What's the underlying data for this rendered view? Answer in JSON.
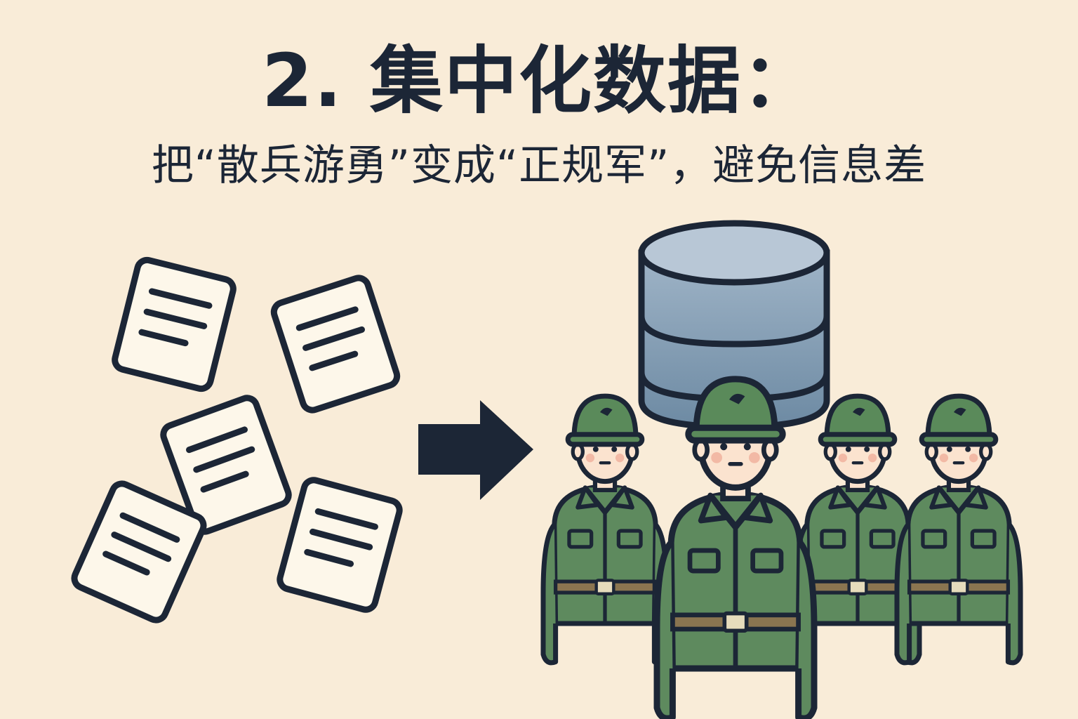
{
  "header": {
    "title": "2. 集中化数据：",
    "subtitle": "把“散兵游勇”变成“正规军”，避免信息差"
  },
  "colors": {
    "background": "#f9ecd8",
    "ink": "#1c2636",
    "paper": "#fdf7ea",
    "database_top": "#b8c7d6",
    "database_body": "#7d98b0",
    "uniform": "#5e8a5e",
    "helmet": "#5a8a5a",
    "skin": "#fbe3cf",
    "belt": "#8a7550",
    "buckle": "#e6dcbc"
  },
  "icons": {
    "documents": "scattered-document-icons",
    "arrow": "right-arrow-icon",
    "database": "database-cylinder-icon",
    "soldiers": "soldier-group-icon"
  }
}
